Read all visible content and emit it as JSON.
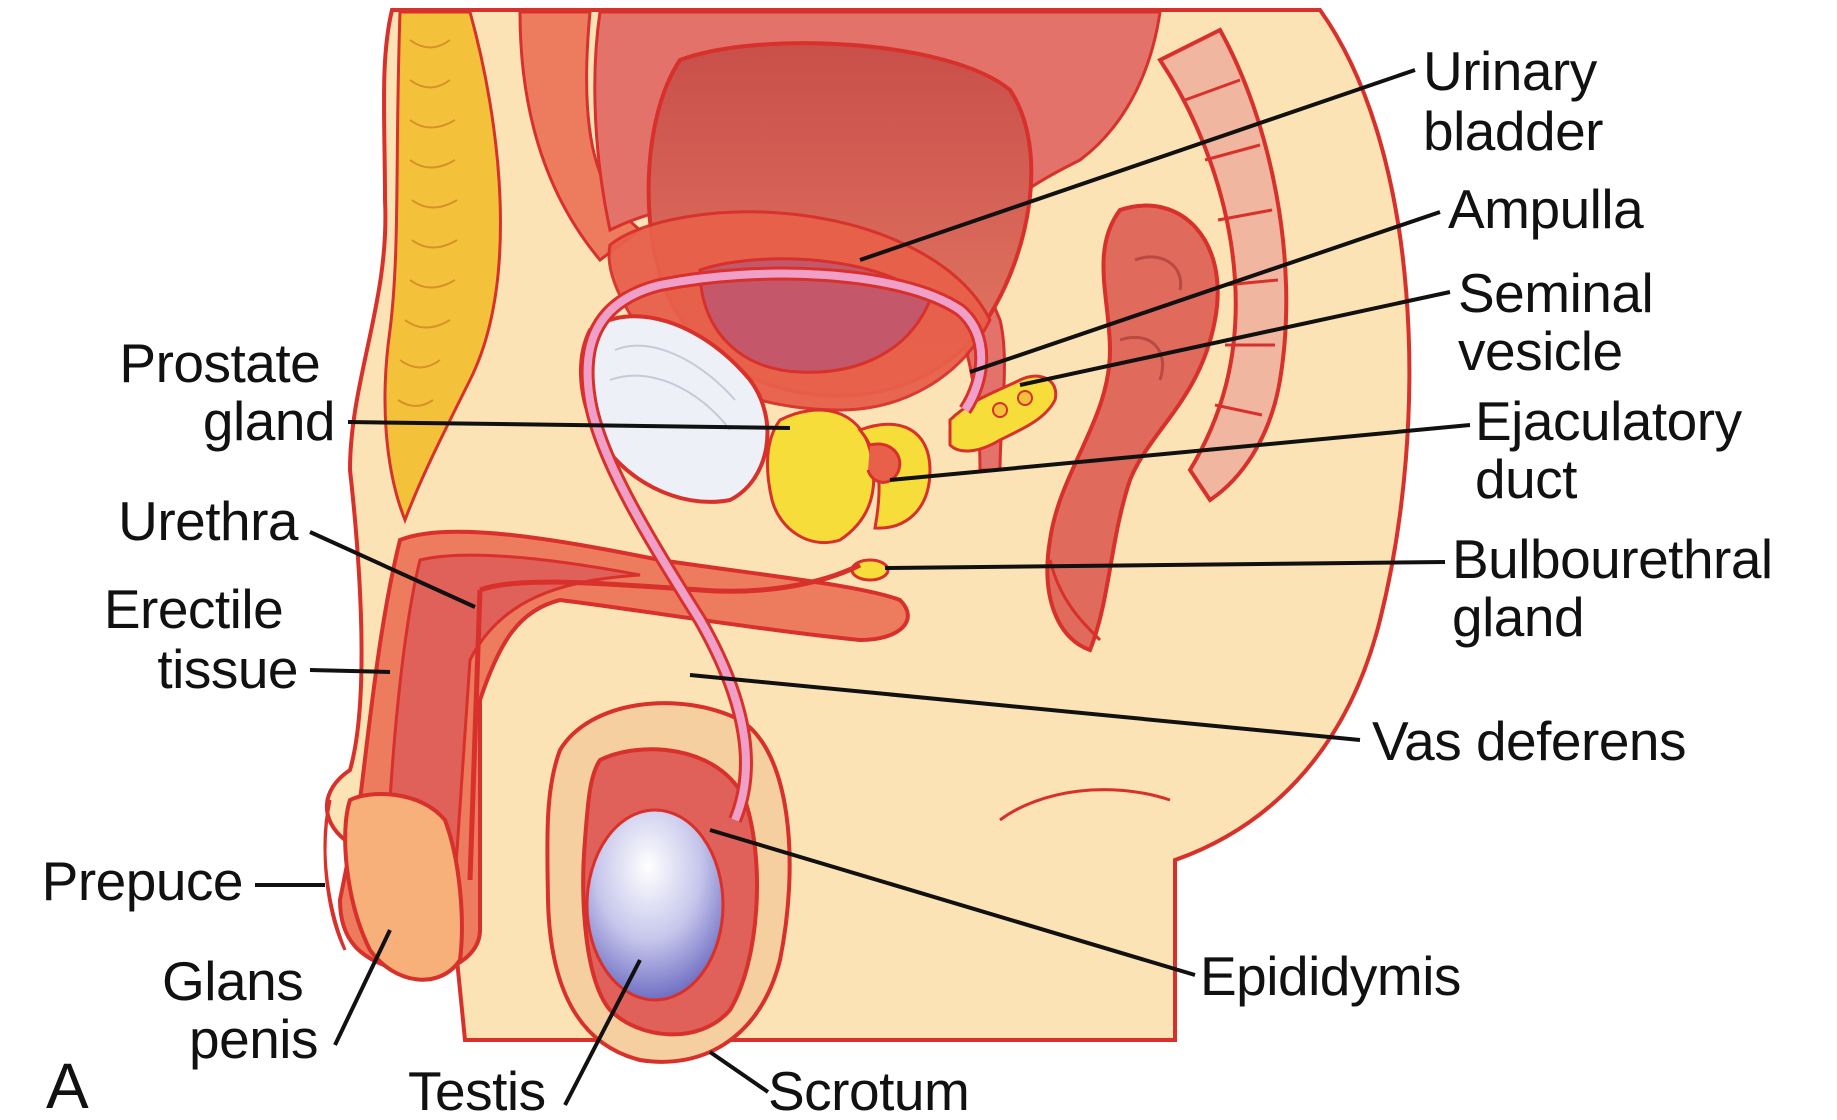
{
  "figure_letter": "A",
  "labels": {
    "urinary_bladder": [
      "Urinary",
      "bladder"
    ],
    "ampulla": [
      "Ampulla"
    ],
    "seminal_vesicle": [
      "Seminal",
      "vesicle"
    ],
    "ejaculatory_duct": [
      "Ejaculatory",
      "duct"
    ],
    "bulbourethral_gland": [
      "Bulbourethral",
      "gland"
    ],
    "vas_deferens": [
      "Vas deferens"
    ],
    "epididymis": [
      "Epididymis"
    ],
    "scrotum": [
      "Scrotum"
    ],
    "testis": [
      "Testis"
    ],
    "glans_penis": [
      "Glans",
      "penis"
    ],
    "prepuce": [
      "Prepuce"
    ],
    "erectile_tissue": [
      "Erectile",
      "tissue"
    ],
    "urethra": [
      "Urethra"
    ],
    "prostate_gland": [
      "Prostate",
      "gland"
    ]
  },
  "colors": {
    "outline": "#d8302a",
    "skin": "#fbe3b6",
    "muscle": "#e8604a",
    "bladder": "#d9655c",
    "gland": "#f7dd3a",
    "vas": "#f0a0c8",
    "testis": "#b8b8e8",
    "fat": "#f4c23a"
  }
}
